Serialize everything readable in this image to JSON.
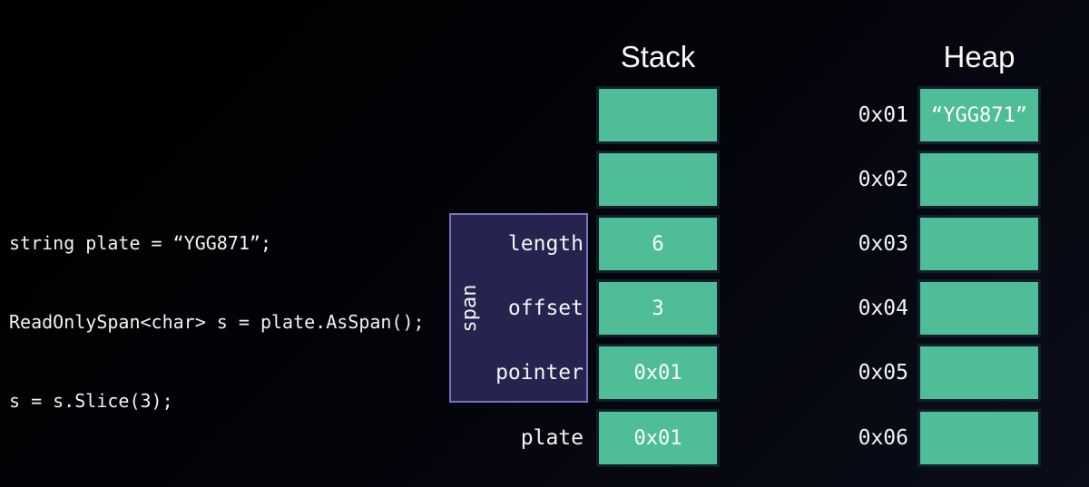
{
  "code": {
    "lines": [
      "string plate = “YGG871”;",
      "ReadOnlySpan<char> s = plate.AsSpan();",
      "s = s.Slice(3);"
    ]
  },
  "stack": {
    "title": "Stack",
    "span_group": {
      "label": "span"
    },
    "rows": [
      {
        "label": "",
        "value": ""
      },
      {
        "label": "",
        "value": ""
      },
      {
        "label": "length",
        "value": "6"
      },
      {
        "label": "offset",
        "value": "3"
      },
      {
        "label": "pointer",
        "value": "0x01"
      },
      {
        "label": "plate",
        "value": "0x01"
      }
    ]
  },
  "heap": {
    "title": "Heap",
    "rows": [
      {
        "address": "0x01",
        "value": "“YGG871”"
      },
      {
        "address": "0x02",
        "value": ""
      },
      {
        "address": "0x03",
        "value": ""
      },
      {
        "address": "0x04",
        "value": ""
      },
      {
        "address": "0x05",
        "value": ""
      },
      {
        "address": "0x06",
        "value": ""
      }
    ]
  },
  "colors": {
    "background_top_left": "#000000",
    "background_bottom_right": "#0a0d1a",
    "cell_fill": "#4fbd98",
    "cell_border": "#121f2d",
    "span_box_fill": "#26244f",
    "span_box_border": "#7774bd",
    "text": "#f4f4f4"
  }
}
